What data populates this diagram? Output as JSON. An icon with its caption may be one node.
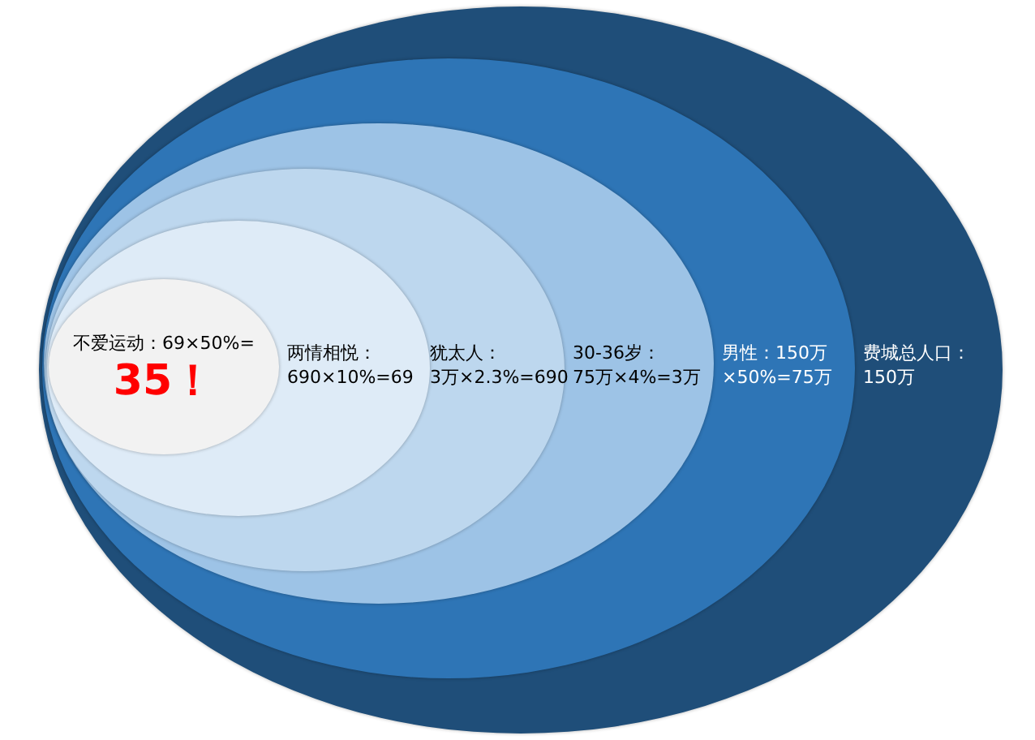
{
  "diagram": {
    "nodes": [
      {
        "text": [
          "费城总人口：",
          "150万"
        ]
      },
      {
        "text": [
          "男性：150万",
          "×50%=75万"
        ],
        "in": 0
      },
      {
        "text": [
          "30-36岁：",
          "75万×4%=3万"
        ],
        "in": 1
      },
      {
        "text": [
          "犹太人：",
          "3万×2.3%=690"
        ],
        "in": 2
      },
      {
        "text": [
          "两情相悦：",
          "690×10%=69"
        ],
        "in": 3
      },
      {
        "text": [
          "不爱运动：69×50%=",
          "35！"
        ],
        "in": 4
      }
    ]
  }
}
